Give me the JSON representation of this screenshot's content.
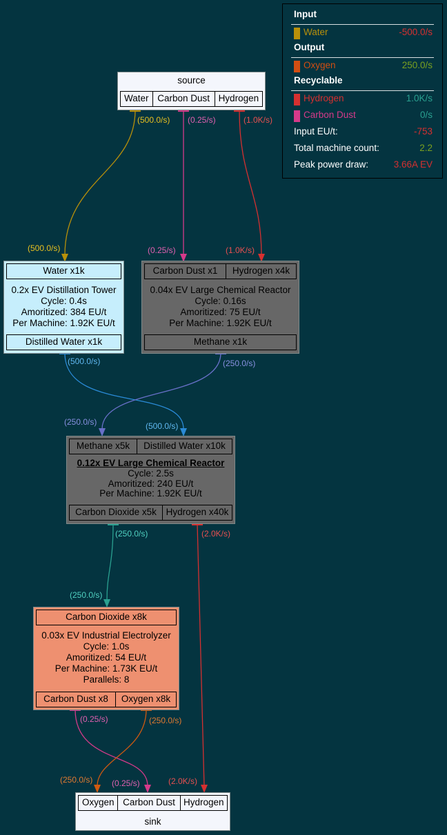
{
  "legend": {
    "input_header": "Input",
    "input_items": [
      {
        "name": "Water",
        "value": "-500.0/s",
        "color": "#b8900a"
      }
    ],
    "output_header": "Output",
    "output_items": [
      {
        "name": "Oxygen",
        "value": "250.0/s",
        "color": "#d24e12"
      }
    ],
    "recyclable_header": "Recyclable",
    "recyclable_items": [
      {
        "name": "Hydrogen",
        "value": "1.0K/s",
        "color": "#d63030"
      },
      {
        "name": "Carbon Dust",
        "value": "0/s",
        "color": "#d63a8a"
      }
    ],
    "stats": [
      {
        "label": "Input EU/t:",
        "value": "-753"
      },
      {
        "label": "Total machine count:",
        "value": "2.2"
      },
      {
        "label": "Peak power draw:",
        "value": "3.66A EV"
      }
    ]
  },
  "nodes": {
    "source": {
      "title": "source",
      "ports": [
        "Water",
        "Carbon Dust",
        "Hydrogen"
      ]
    },
    "distill": {
      "input": "Water x1k",
      "lines": [
        "0.2x EV Distillation Tower",
        "Cycle: 0.4s",
        "Amoritized: 384 EU/t",
        "Per Machine: 1.92K EU/t"
      ],
      "output": "Distilled Water x1k"
    },
    "lcr1": {
      "inputs": [
        "Carbon Dust x1",
        "Hydrogen x4k"
      ],
      "lines": [
        "0.04x EV Large Chemical Reactor",
        "Cycle: 0.16s",
        "Amoritized: 75 EU/t",
        "Per Machine: 1.92K EU/t"
      ],
      "output": "Methane x1k"
    },
    "lcr2": {
      "inputs": [
        "Methane x5k",
        "Distilled Water x10k"
      ],
      "title": "0.12x EV Large Chemical Reactor",
      "lines": [
        "Cycle: 2.5s",
        "Amoritized: 240 EU/t",
        "Per Machine: 1.92K EU/t"
      ],
      "outputs": [
        "Carbon Dioxide x5k",
        "Hydrogen x40k"
      ]
    },
    "electro": {
      "input": "Carbon Dioxide x8k",
      "lines": [
        "0.03x EV Industrial Electrolyzer",
        "Cycle: 1.0s",
        "Amoritized: 54 EU/t",
        "Per Machine: 1.73K EU/t",
        "Parallels: 8"
      ],
      "outputs": [
        "Carbon Dust x8",
        "Oxygen x8k"
      ]
    },
    "sink": {
      "title": "sink",
      "ports": [
        "Oxygen",
        "Carbon Dust",
        "Hydrogen"
      ]
    }
  },
  "edges": {
    "water_src": "(500.0/s)",
    "water_dst": "(500.0/s)",
    "cdust_src": "(0.25/s)",
    "cdust_dst": "(0.25/s)",
    "h2_src": "(1.0K/s)",
    "h2_dst": "(1.0K/s)",
    "dw_src": "(500.0/s)",
    "dw_dst": "(500.0/s)",
    "me_src": "(250.0/s)",
    "me_dst": "(250.0/s)",
    "co2_src": "(250.0/s)",
    "co2_dst": "(250.0/s)",
    "h2b_src": "(2.0K/s)",
    "h2b_dst": "(2.0K/s)",
    "cd2_src": "(0.25/s)",
    "cd2_dst": "(0.25/s)",
    "ox_src": "(250.0/s)",
    "ox_dst": "(250.0/s)"
  },
  "colors": {
    "background": "#043440",
    "water": "#b8900a",
    "water_label": "#e8c020",
    "carbon_dust": "#d63a8a",
    "carbon_dust_label": "#e060b0",
    "hydrogen": "#d63030",
    "hydrogen_label": "#e85050",
    "distilled_water": "#2a8ad6",
    "distilled_water_label": "#60b8f0",
    "methane": "#6870c8",
    "methane_label": "#8890e0",
    "carbon_dioxide": "#2aa090",
    "carbon_dioxide_label": "#50d0c0",
    "oxygen": "#d05a10",
    "oxygen_label": "#e07a30",
    "distill_fill": "#c6eefc",
    "reactor_fill": "#676767",
    "electro_fill": "#ee9070",
    "terminal_fill": "#f4f6fc"
  }
}
